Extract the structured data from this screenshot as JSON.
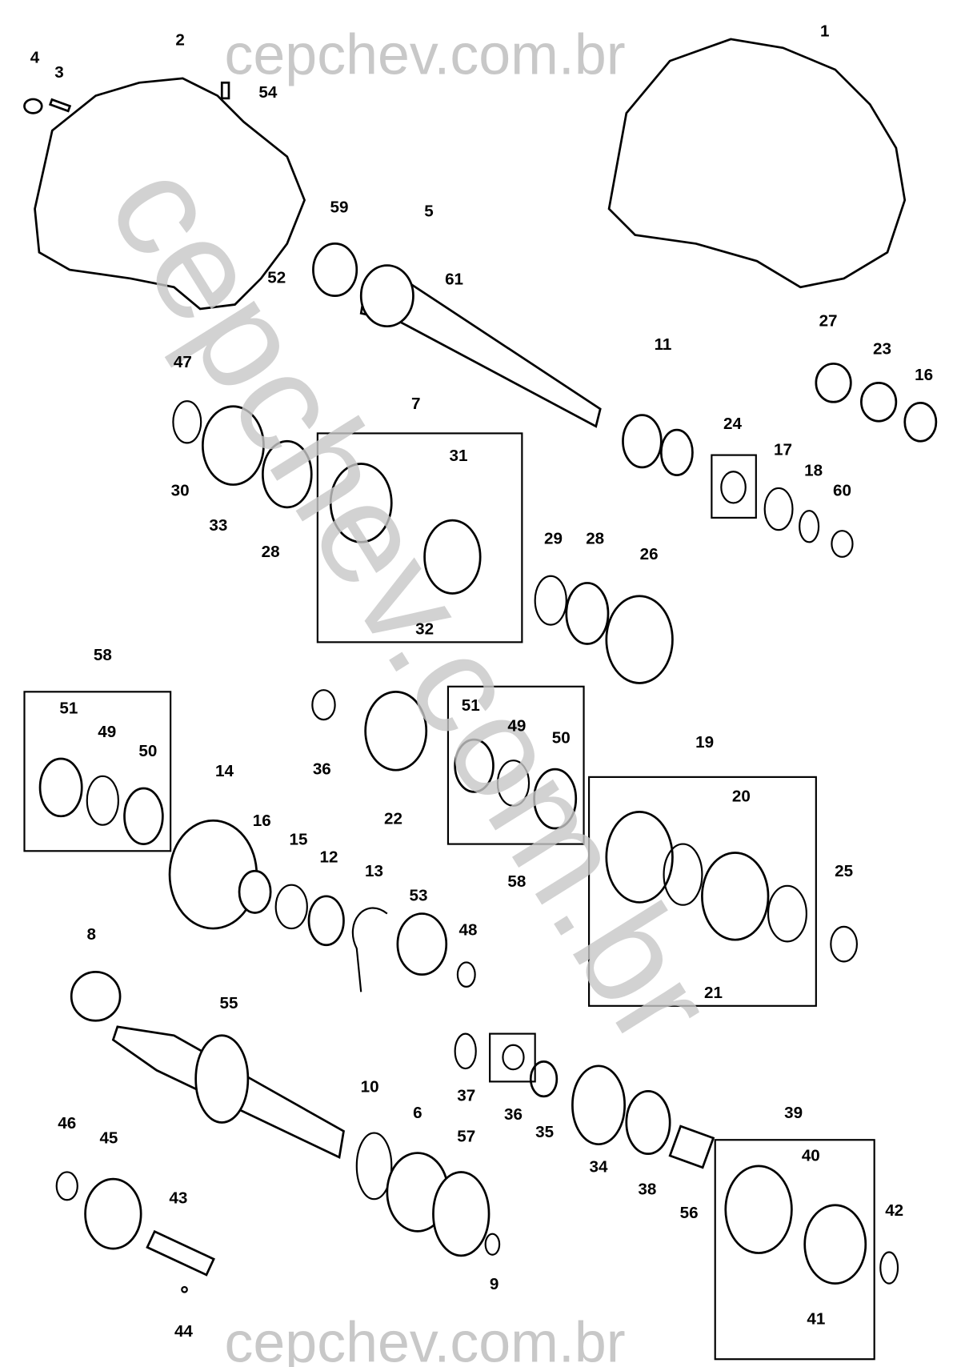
{
  "watermark": {
    "top": "cepchev.com.br",
    "bottom": "cepchev.com.br",
    "diagonal": "cepchev.com.br"
  },
  "labels": [
    "4",
    "3",
    "2",
    "54",
    "1",
    "59",
    "5",
    "61",
    "52",
    "47",
    "11",
    "27",
    "23",
    "16",
    "7",
    "31",
    "24",
    "17",
    "18",
    "60",
    "30",
    "33",
    "28",
    "32",
    "29",
    "28",
    "26",
    "58",
    "51",
    "49",
    "50",
    "36",
    "22",
    "51",
    "49",
    "50",
    "58",
    "19",
    "20",
    "14",
    "16",
    "15",
    "12",
    "13",
    "53",
    "48",
    "25",
    "21",
    "8",
    "55",
    "10",
    "6",
    "57",
    "37",
    "36",
    "35",
    "34",
    "38",
    "56",
    "39",
    "40",
    "42",
    "41",
    "46",
    "45",
    "43",
    "9",
    "44"
  ]
}
